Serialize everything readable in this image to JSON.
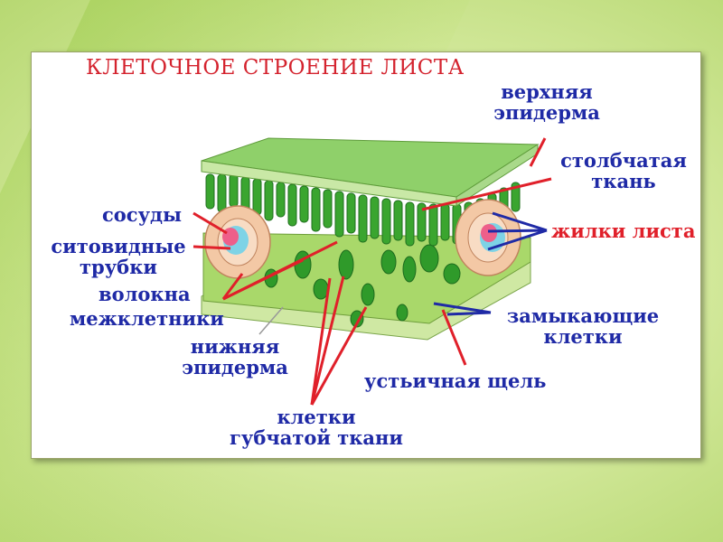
{
  "title": "КЛЕТОЧНОЕ СТРОЕНИЕ ЛИСТА",
  "labels": {
    "upper_epidermis": [
      "верхняя",
      "эпидерма"
    ],
    "palisade": [
      "столбчатая",
      "ткань"
    ],
    "veins": "жилки листа",
    "vessels": "сосуды",
    "sieve_tubes": [
      "ситовидные",
      "трубки"
    ],
    "fibers": "волокна",
    "intercellular": "межклетники",
    "lower_epidermis": [
      "нижняя",
      "эпидерма"
    ],
    "guard_cells": [
      "замыкающие",
      "клетки"
    ],
    "stomatal_slit": "устьичная щель",
    "spongy": [
      "клетки",
      "губчатой ткани"
    ]
  },
  "colors": {
    "title": "#d4232e",
    "label_blue": "#1f2aa6",
    "label_red": "#e0202a",
    "pointer_red": "#e0202a",
    "pointer_blue": "#1f2aa6",
    "leaf_green": "#6fbf3a",
    "vein_pink": "#f0b89a"
  }
}
